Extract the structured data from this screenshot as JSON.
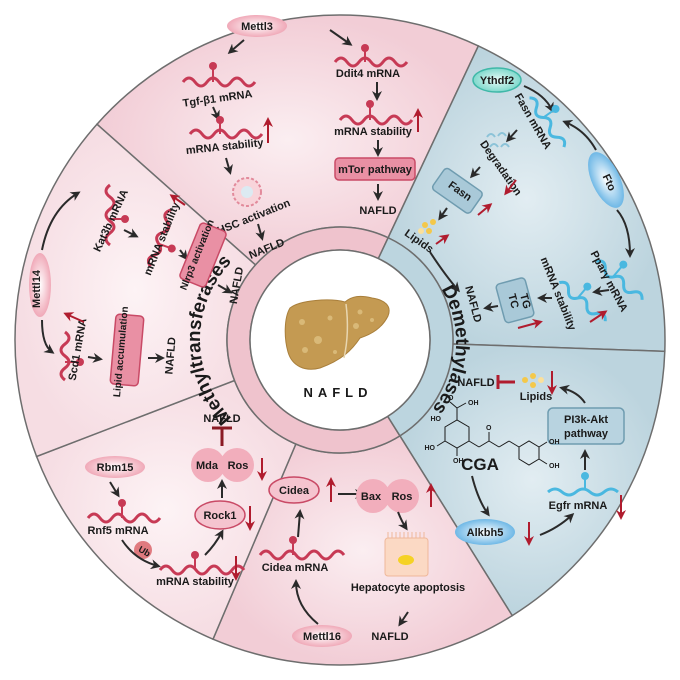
{
  "center": {
    "label": "NAFLD",
    "organ_icon": "liver-icon"
  },
  "ring": {
    "left_label": "Methyltransferases",
    "right_label": "Demethylases"
  },
  "colors": {
    "pink_sector": "#f3cfd7",
    "pink_light": "#f8e3e8",
    "blue_sector": "#c9dde6",
    "ring_pink": "#efc3cd",
    "ring_blue": "#bcd5df",
    "mrna_red": "#c73a55",
    "mrna_blue": "#4ab8e0",
    "up_arrow": "#b01c2e",
    "border": "#6e6e6e",
    "liver": "#c49a52"
  },
  "sectors": {
    "mettl3": {
      "enzyme": "Mettl3",
      "left_path": {
        "mrna": "Tgf-β1 mRNA",
        "stability": "mRNA stability",
        "stability_change": "up",
        "activation": "HSC activation",
        "outcome": "NAFLD"
      },
      "right_path": {
        "mrna": "Ddit4 mRNA",
        "stability": "mRNA stability",
        "stability_change": "up",
        "pathway": "mTor pathway",
        "outcome": "NAFLD"
      }
    },
    "mettl14": {
      "enzyme": "Mettl14",
      "upper_path": {
        "mrna": "Kat3b mRNA",
        "stability": "mRNA stability",
        "stability_change": "up",
        "activation": "Nlrp3 activation",
        "outcome": "NAFLD"
      },
      "lower_path": {
        "mrna": "Scd1 mRNA",
        "mrna_change": "up",
        "process": "Lipid accumulation",
        "outcome": "NAFLD"
      }
    },
    "rbm15": {
      "enzyme": "Rbm15",
      "mrna": "Rnf5 mRNA",
      "ub": "Ub",
      "stability": "mRNA stability",
      "stability_change": "down",
      "target": "Rock1",
      "target_change": "down",
      "markers": [
        "Mda",
        "Ros"
      ],
      "markers_change": "down",
      "outcome": "NAFLD",
      "outcome_relation": "inhibits"
    },
    "mettl16": {
      "enzyme": "Mettl16",
      "mrna": "Cidea mRNA",
      "protein": "Cidea",
      "protein_change": "up",
      "markers": [
        "Bax",
        "Ros"
      ],
      "markers_change": "up",
      "cell_event": "Hepatocyte apoptosis",
      "outcome": "NAFLD"
    },
    "fto": {
      "reader": "Ythdf2",
      "enzyme": "Fto",
      "upper_path": {
        "mrna": "Fasn mRNA",
        "process": "Degradation",
        "process_change": "down",
        "protein": "Fasn",
        "protein_change": "up",
        "lipids": "Lipids",
        "lipids_change": "up"
      },
      "lower_path": {
        "mrna": "Pparγ mRNA",
        "stability": "mRNA stability",
        "stability_change": "up",
        "markers": [
          "TG",
          "TC"
        ],
        "markers_change": "up"
      },
      "outcome": "NAFLD"
    },
    "alkbh5": {
      "compound": "CGA",
      "compound_groups": {
        "ho": "HO",
        "oh": "OH",
        "o": "O"
      },
      "enzyme": "Alkbh5",
      "enzyme_change": "down",
      "mrna": "Egfr mRNA",
      "mrna_change": "down",
      "pathway": "PI3k-Akt pathway",
      "pathway_lines": [
        "PI3k-Akt",
        "pathway"
      ],
      "lipids": "Lipids",
      "lipids_change": "down",
      "outcome": "NAFLD",
      "outcome_relation": "inhibits"
    }
  }
}
